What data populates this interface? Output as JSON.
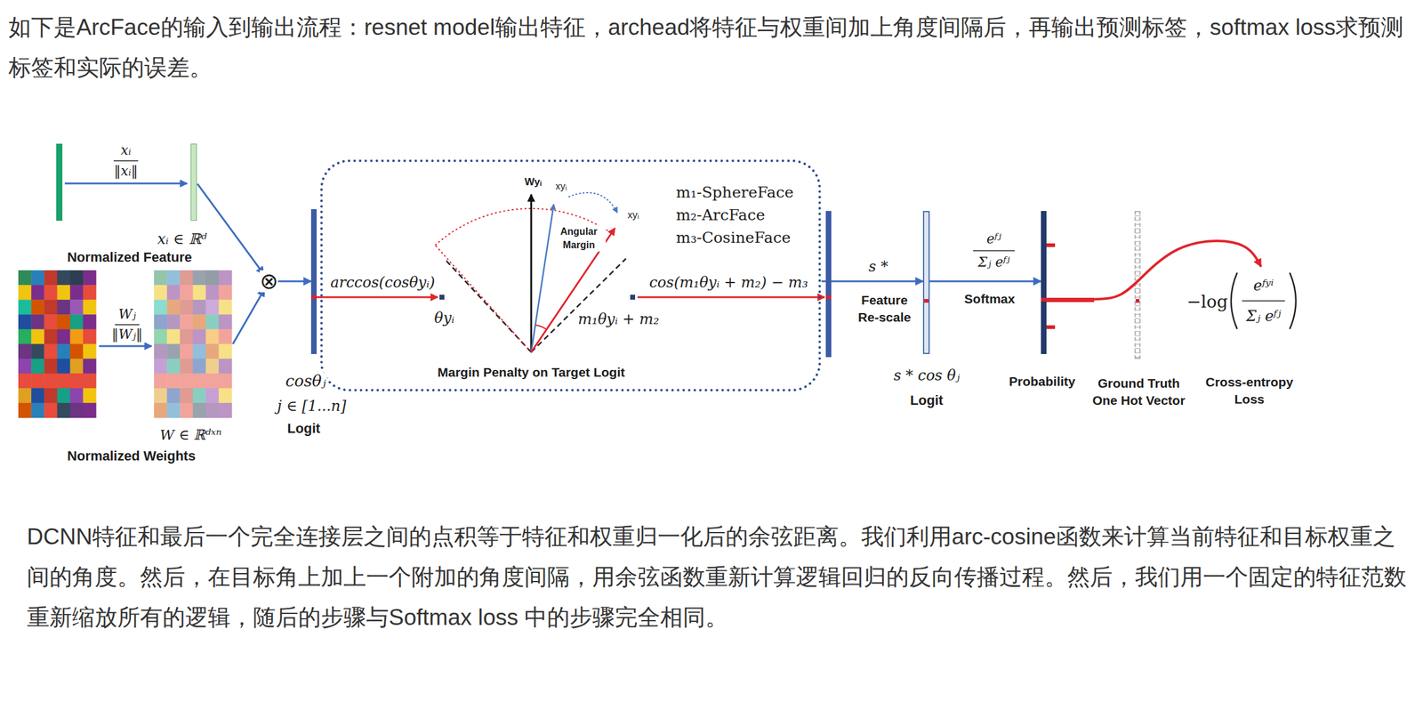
{
  "diagram": {
    "title": "如下是ArcFace的输入到输出流程：resnet model输出特征，archead将特征与权重间加上角度间隔后，再输出预测标签，softmax loss求预测标签和实际的误差。",
    "caption": "DCNN特征和最后一个完全连接层之间的点积等于特征和权重归一化后的余弦距离。我们利用arc-cosine函数来计算当前特征和目标权重之间的角度。然后，在目标角上加上一个附加的角度间隔，用余弦函数重新计算逻辑回归的反向传播过程。然后，我们用一个固定的特征范数重新缩放所有的逻辑，随后的步骤与Softmax loss 中的步骤完全相同。",
    "nodes": [
      {
        "text": [
          "xᵢ ∈ ℝᵈ",
          "Normalized Feature"
        ]
      },
      {
        "text": [
          "W ∈ ℝᵈˣⁿ",
          "Normalized Weights"
        ]
      },
      {
        "text": [
          "⊗"
        ]
      },
      {
        "text": [
          "cosθⱼ",
          "j ∈ [1...n]",
          "Logit"
        ]
      },
      {
        "text": [
          "Margin Penalty on Target Logit"
        ]
      },
      {
        "text": [
          "s * cos θⱼ",
          "Logit"
        ]
      },
      {
        "text": [
          "Probability"
        ]
      },
      {
        "text": [
          "Ground Truth One Hot Vector"
        ]
      },
      {
        "text": [
          "−log",
          "eᶠʸⁱ",
          "Σⱼ eᶠʲ",
          "Cross-entropy Loss"
        ]
      }
    ],
    "edges": [
      {
        "from": 0,
        "to": 2,
        "arrow": "to"
      },
      {
        "from": 1,
        "to": 2,
        "arrow": "to"
      },
      {
        "from": 2,
        "to": 3,
        "arrow": "to"
      },
      {
        "from": 3,
        "to": 4,
        "arrow": "none"
      },
      {
        "from": 4,
        "to": 5,
        "arrow": "to",
        "label": "s *"
      },
      {
        "from": 5,
        "to": 6,
        "arrow": "to",
        "label": "Softmax"
      },
      {
        "from": 6,
        "to": 8,
        "arrow": "to"
      }
    ],
    "labels": [
      "xᵢ",
      "‖xᵢ‖",
      "Wⱼ",
      "‖Wⱼ‖",
      "arccos(cosθyᵢ)",
      "θyᵢ",
      "Wyᵢ",
      "xyᵢ",
      "xyᵢ",
      "Angular Margin",
      "m₁-SphereFace",
      "m₂-ArcFace",
      "m₃-CosineFace",
      "m₁θyᵢ + m₂",
      "cos(m₁θyᵢ + m₂) − m₃",
      "Feature Re-scale",
      "eᶠʲ",
      "Σⱼ eᶠʲ"
    ]
  }
}
